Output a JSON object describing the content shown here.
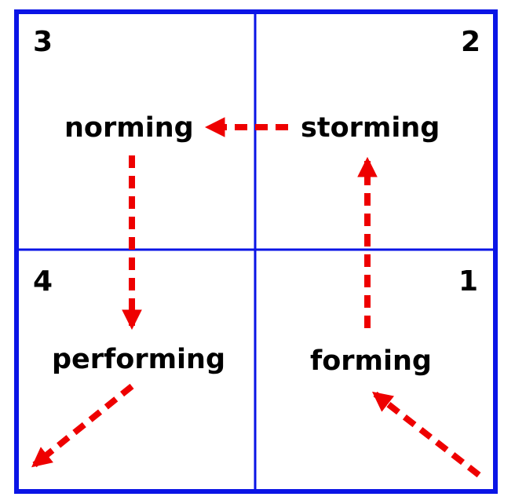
{
  "quadrants": [
    {
      "number": "1",
      "stage": "forming"
    },
    {
      "number": "2",
      "stage": "storming"
    },
    {
      "number": "3",
      "stage": "norming"
    },
    {
      "number": "4",
      "stage": "performing"
    }
  ],
  "colors": {
    "grid": "#0a14e6",
    "arrow": "#ee0000",
    "text": "#000000"
  }
}
